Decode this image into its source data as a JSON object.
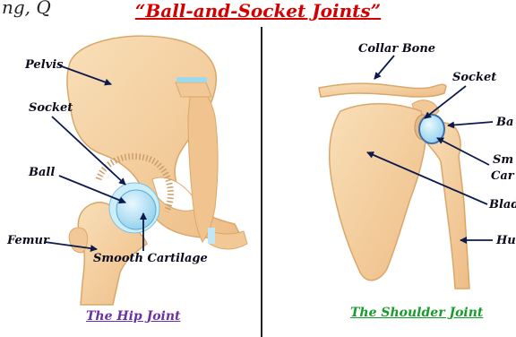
{
  "header": {
    "partial_text": "ng, Q",
    "title": "“Ball-and-Socket Joints”"
  },
  "hip": {
    "labels": {
      "pelvis": "Pelvis",
      "socket": "Socket",
      "ball": "Ball",
      "femur": "Femur",
      "cartilage": "Smooth Cartilage"
    },
    "caption": "The Hip Joint"
  },
  "shoulder": {
    "labels": {
      "collar_bone": "Collar Bone",
      "socket": "Socket",
      "ball": "Ba",
      "smooth_1": "Sm",
      "smooth_2": "Car",
      "blade": "Blad",
      "humerus": "Hu"
    },
    "caption": "The Shoulder Joint"
  },
  "colors": {
    "title": "#d40000",
    "hip_caption": "#6b2fa6",
    "shoulder_caption": "#169c2a",
    "bone": "#f4cfa0",
    "bone_outline": "#d9a76a",
    "cartilage": "#bfe7f5",
    "divider": "#222222"
  }
}
